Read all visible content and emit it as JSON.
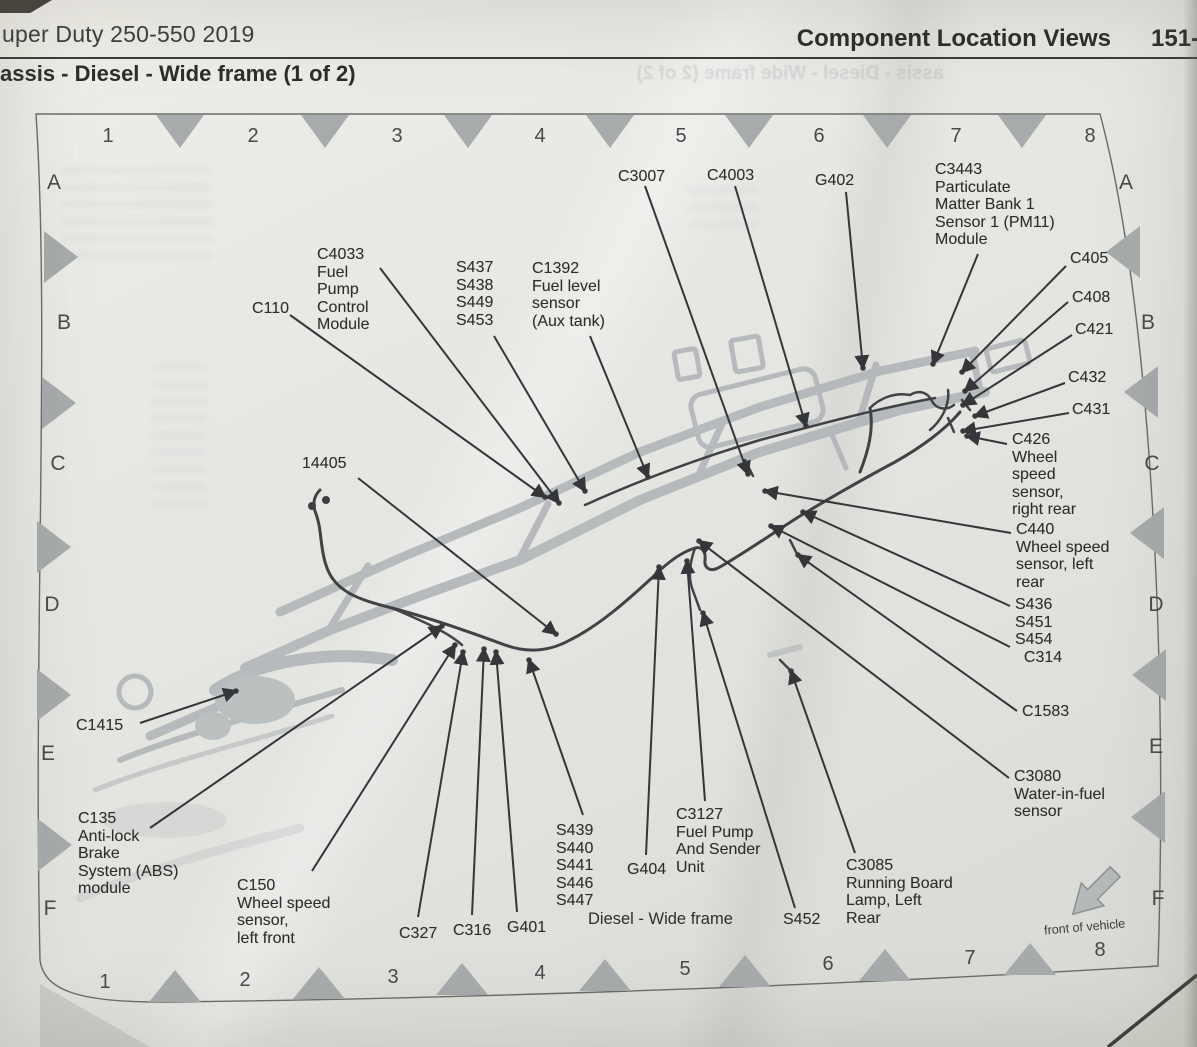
{
  "header": {
    "title_left": "uper Duty 250-550 2019",
    "title_right": "Component Location Views",
    "page_number": "151-",
    "subtitle": "assis - Diesel - Wide frame (1 of 2)",
    "ghost_showthrough": "assis - Diesel - Wide frame (2 of 2)"
  },
  "grid": {
    "top": [
      "1",
      "2",
      "3",
      "4",
      "5",
      "6",
      "7",
      "8"
    ],
    "bottom": [
      "1",
      "2",
      "3",
      "4",
      "5",
      "6",
      "7",
      "8"
    ],
    "left": [
      "A",
      "B",
      "C",
      "D",
      "E",
      "F"
    ],
    "right": [
      "A",
      "B",
      "C",
      "D",
      "E",
      "F"
    ]
  },
  "diagram": {
    "caption": "Diesel - Wide frame",
    "front_arrow_label": "front of vehicle"
  },
  "colors": {
    "paper": "#e5e6e2",
    "ink": "#2d2d2b",
    "frame_gray": "#b0b5b8",
    "harness_dark": "#404245",
    "marker_gray": "#a7abac"
  },
  "labels": [
    {
      "id": "C3007",
      "text": "C3007"
    },
    {
      "id": "C4003",
      "text": "C4003"
    },
    {
      "id": "G402",
      "text": "G402"
    },
    {
      "id": "C3443",
      "text": "C3443\nParticulate\nMatter Bank 1\nSensor 1 (PM11)\nModule"
    },
    {
      "id": "C405",
      "text": "C405"
    },
    {
      "id": "C408",
      "text": "C408"
    },
    {
      "id": "C421",
      "text": "C421"
    },
    {
      "id": "C432",
      "text": "C432"
    },
    {
      "id": "C431",
      "text": "C431"
    },
    {
      "id": "C426",
      "text": "C426\nWheel\nspeed\nsensor,\nright rear"
    },
    {
      "id": "C440",
      "text": "C440\nWheel speed\nsensor, left\nrear"
    },
    {
      "id": "S436",
      "text": "S436\nS451\nS454\n  C314"
    },
    {
      "id": "C1583",
      "text": "C1583"
    },
    {
      "id": "C3080",
      "text": "C3080\nWater-in-fuel\nsensor"
    },
    {
      "id": "C110",
      "text": "C110"
    },
    {
      "id": "C4033",
      "text": "C4033\nFuel\nPump\nControl\nModule"
    },
    {
      "id": "S437",
      "text": "S437\nS438\nS449\nS453"
    },
    {
      "id": "C1392",
      "text": "C1392\nFuel level\nsensor\n(Aux tank)"
    },
    {
      "id": "14405",
      "text": "14405"
    },
    {
      "id": "C1415",
      "text": "C1415"
    },
    {
      "id": "C135",
      "text": "C135\nAnti-lock\nBrake\nSystem (ABS)\nmodule"
    },
    {
      "id": "C150",
      "text": "C150\nWheel speed\nsensor,\nleft front"
    },
    {
      "id": "C327",
      "text": "C327"
    },
    {
      "id": "C316",
      "text": "C316"
    },
    {
      "id": "G401",
      "text": "G401"
    },
    {
      "id": "S439",
      "text": "S439\nS440\nS441\nS446\nS447"
    },
    {
      "id": "G404",
      "text": "G404"
    },
    {
      "id": "C3127",
      "text": "C3127\nFuel Pump\nAnd Sender\nUnit"
    },
    {
      "id": "S452",
      "text": "S452"
    },
    {
      "id": "C3085",
      "text": "C3085\nRunning Board\nLamp, Left\nRear"
    }
  ]
}
